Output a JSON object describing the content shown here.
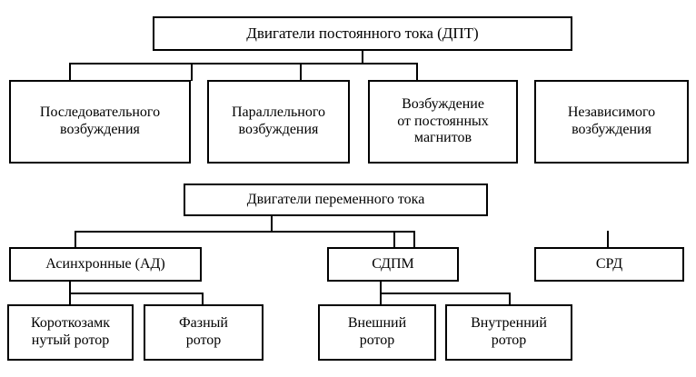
{
  "diagram": {
    "title_node": {
      "label": "Двигатели постоянного тока (ДПТ)"
    },
    "dc_children": [
      {
        "label": "Последовательного\nвозбуждения"
      },
      {
        "label": "Параллельного\nвозбуждения"
      },
      {
        "label": "Возбуждение\nот постоянных\nмагнитов"
      },
      {
        "label": "Независимого\nвозбуждения"
      }
    ],
    "ac_node": {
      "label": "Двигатели переменного тока"
    },
    "ac_children": [
      {
        "label": "Асинхронные (АД)"
      },
      {
        "label": "СДПМ"
      },
      {
        "label": "СРД"
      }
    ],
    "async_children": [
      {
        "label": "Короткозамк\nнутый ротор"
      },
      {
        "label": "Фазный\nротор"
      }
    ],
    "sdpm_children": [
      {
        "label": "Внешний\nротор"
      },
      {
        "label": "Внутренний\nротор"
      }
    ],
    "colors": {
      "line": "#000000",
      "box_fill": "#ffffff",
      "text": "#000000"
    }
  }
}
